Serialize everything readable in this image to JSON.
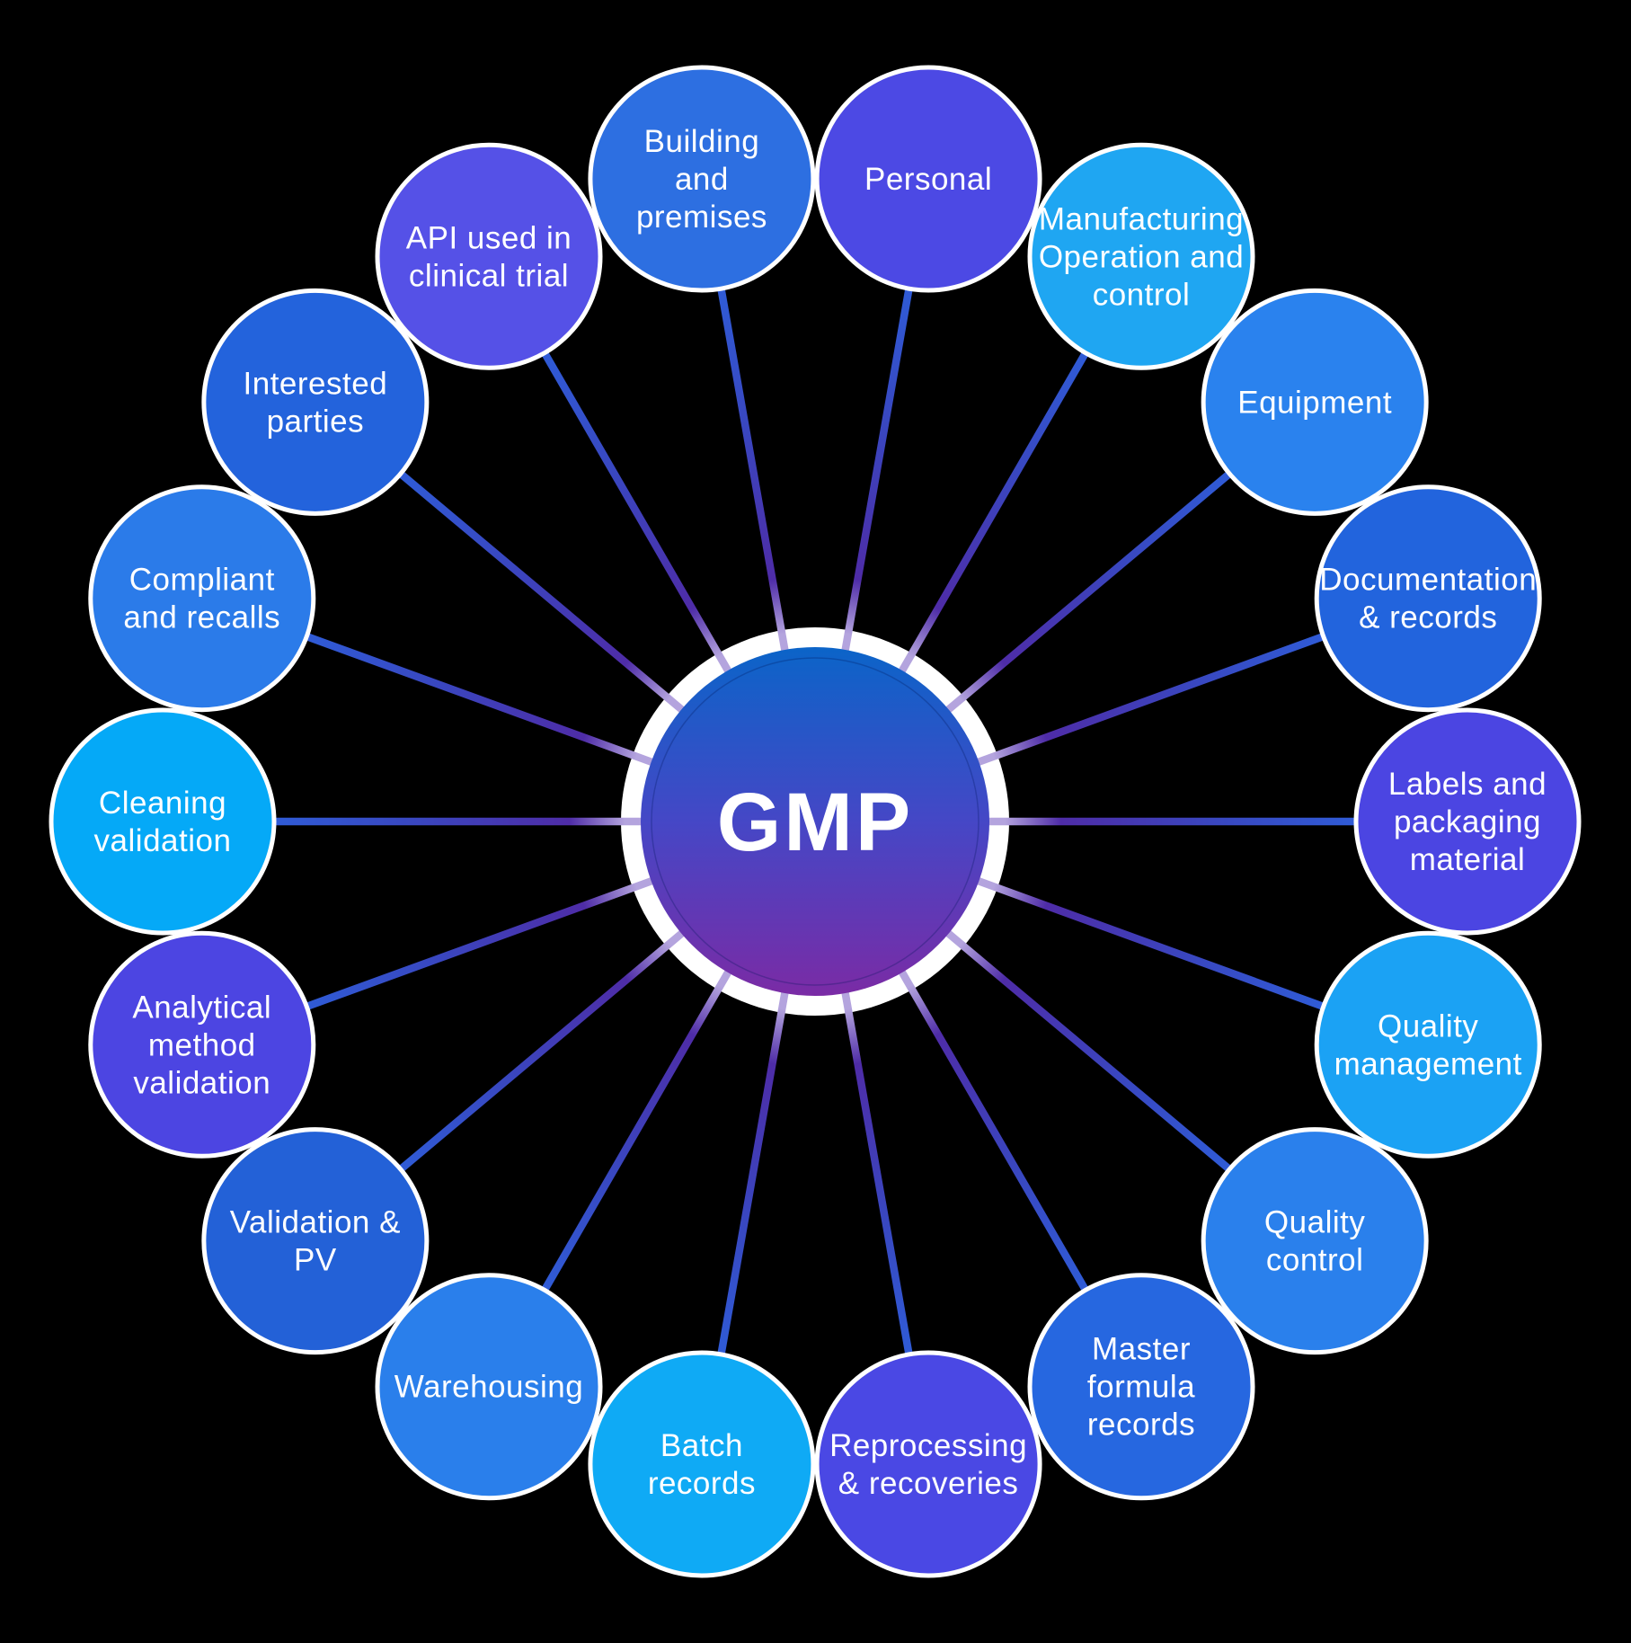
{
  "title": "GMP diagram",
  "background_color": "#000000",
  "center": {
    "label": "GMP",
    "gradient_top": "#0B64C8",
    "gradient_mid": "#4547C6",
    "gradient_bottom": "#7A2BA5",
    "ring_color": "#FFFFFF",
    "inner_hairline_color": "rgba(0,20,90,0.28)"
  },
  "spoke_colors": {
    "over_ring_lavender": "#B4A4DE",
    "inner_purple": "#4E2CA7",
    "middle_indigo": "#3947C0",
    "outer_blue": "#2E5ED9"
  },
  "nodes": [
    {
      "label_lines": [
        "Building",
        "and",
        "premises"
      ],
      "color": "#2D6FE1"
    },
    {
      "label_lines": [
        "Personal"
      ],
      "color": "#4C49E4"
    },
    {
      "label_lines": [
        "Manufacturing",
        "Operation and",
        "control"
      ],
      "color": "#1FA6F2"
    },
    {
      "label_lines": [
        "Equipment"
      ],
      "color": "#2A82EE"
    },
    {
      "label_lines": [
        "Documentation",
        "& records"
      ],
      "color": "#2264DD"
    },
    {
      "label_lines": [
        "Labels and",
        "packaging",
        "material"
      ],
      "color": "#4B45E2"
    },
    {
      "label_lines": [
        "Quality",
        "management"
      ],
      "color": "#1BA2F4"
    },
    {
      "label_lines": [
        "Quality",
        "control"
      ],
      "color": "#2A80EC"
    },
    {
      "label_lines": [
        "Master",
        "formula",
        "records"
      ],
      "color": "#2667E0"
    },
    {
      "label_lines": [
        "Reprocessing",
        "& recoveries"
      ],
      "color": "#4A48E4"
    },
    {
      "label_lines": [
        "Batch",
        "records"
      ],
      "color": "#0FAAF5"
    },
    {
      "label_lines": [
        "Warehousing"
      ],
      "color": "#2A7FEB"
    },
    {
      "label_lines": [
        "Validation &",
        "PV"
      ],
      "color": "#2361D7"
    },
    {
      "label_lines": [
        "Analytical",
        "method",
        "validation"
      ],
      "color": "#4C45E2"
    },
    {
      "label_lines": [
        "Cleaning",
        "validation"
      ],
      "color": "#05A9F7"
    },
    {
      "label_lines": [
        "Compliant",
        "and recalls"
      ],
      "color": "#2B7BE9"
    },
    {
      "label_lines": [
        "Interested",
        "parties"
      ],
      "color": "#2363DC"
    },
    {
      "label_lines": [
        "API used in",
        "clinical trial"
      ],
      "color": "#5551E7"
    }
  ]
}
